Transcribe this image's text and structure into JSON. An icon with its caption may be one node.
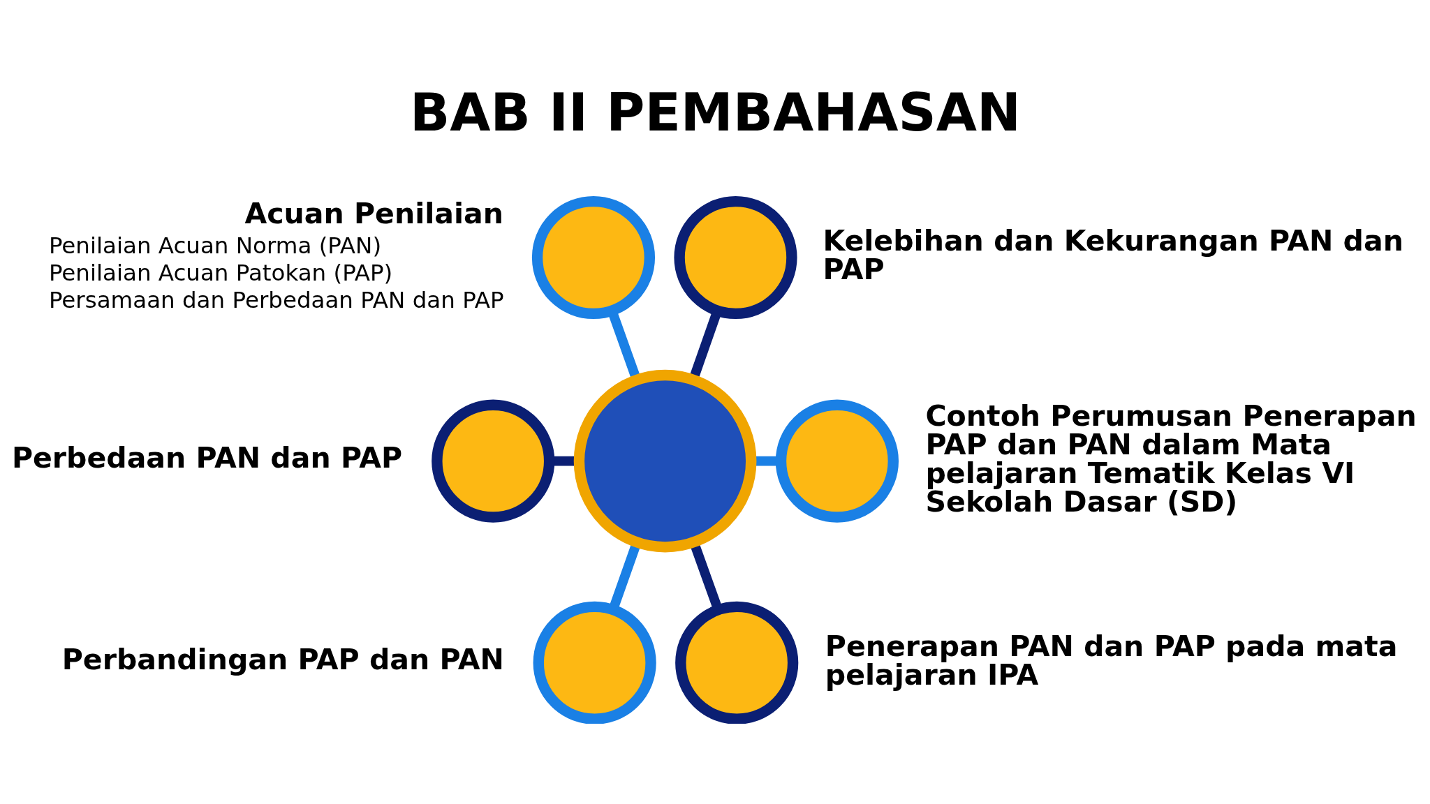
{
  "diagram": {
    "title": "BAB II PEMBAHASAN",
    "nodes": [
      {
        "text": [],
        "shape": "circle",
        "beside": [
          "Acuan Penilaian",
          "Penilaian Acuan Norma (PAN)",
          "Penilaian Acuan Patokan (PAP)",
          "Persamaan dan Perbedaan PAN dan PAP"
        ]
      },
      {
        "text": [],
        "shape": "circle",
        "beside": [
          "Kelebihan dan Kekurangan PAN dan PAP"
        ]
      },
      {
        "text": [],
        "shape": "circle",
        "beside": [
          "Perbedaan PAN dan PAP"
        ]
      },
      {
        "text": [],
        "shape": "circle"
      },
      {
        "text": [],
        "shape": "circle",
        "beside": [
          "Contoh Perumusan Penerapan PAP dan PAN dalam Mata pelajaran Tematik Kelas VI Sekolah Dasar (SD)"
        ]
      },
      {
        "text": [],
        "shape": "circle",
        "beside": [
          "Perbandingan PAP dan PAN"
        ]
      },
      {
        "text": [],
        "shape": "circle",
        "beside": [
          "Penerapan PAN dan PAP pada mata pelajaran IPA"
        ]
      }
    ],
    "edges": [
      {
        "from": 0,
        "to": 3,
        "arrow": "none"
      },
      {
        "from": 1,
        "to": 3,
        "arrow": "none",
        "color": "#0b1f73"
      },
      {
        "from": 2,
        "to": 3,
        "arrow": "none",
        "color": "#0b1f73"
      },
      {
        "from": 3,
        "to": 4,
        "arrow": "none"
      },
      {
        "from": 3,
        "to": 5,
        "arrow": "none"
      },
      {
        "from": 3,
        "to": 6,
        "arrow": "none",
        "color": "#0b1f73"
      }
    ]
  }
}
